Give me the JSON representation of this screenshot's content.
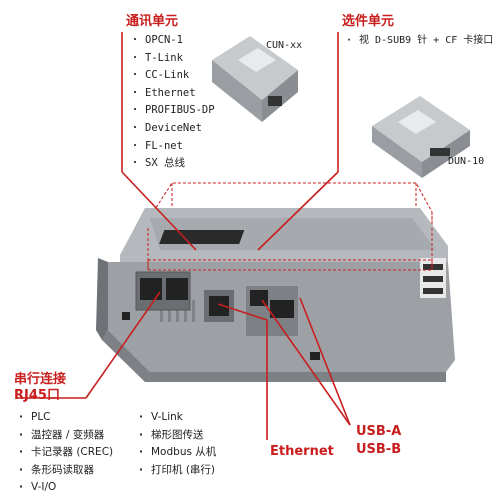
{
  "comm_unit": {
    "title": "通讯单元",
    "items": [
      "OPCN-1",
      "T-Link",
      "CC-Link",
      "Ethernet",
      "PROFIBUS-DP",
      "DeviceNet",
      "FL-net",
      "SX 总线"
    ],
    "module_label": "CUN-xx"
  },
  "option_unit": {
    "title": "选件单元",
    "items": [
      "视 D-SUB9 针 + CF 卡接口"
    ],
    "module_label": "DUN-10"
  },
  "serial": {
    "title_line1": "串行连接",
    "title_line2": "RJ45口",
    "col1": [
      "PLC",
      "温控器 / 变频器",
      "卡记录器 (CREC)",
      "条形码读取器",
      "V-I/O"
    ],
    "col2": [
      "V-Link",
      "梯形图传送",
      "Modbus 从机",
      "打印机 (串行)"
    ]
  },
  "ports": {
    "ethernet": "Ethernet",
    "usb_a": "USB-A",
    "usb_b": "USB-B"
  },
  "colors": {
    "accent": "#c81e1e",
    "panel": "#9da1a6",
    "panel_dark": "#7d8186",
    "module": "#b9bcc0"
  }
}
